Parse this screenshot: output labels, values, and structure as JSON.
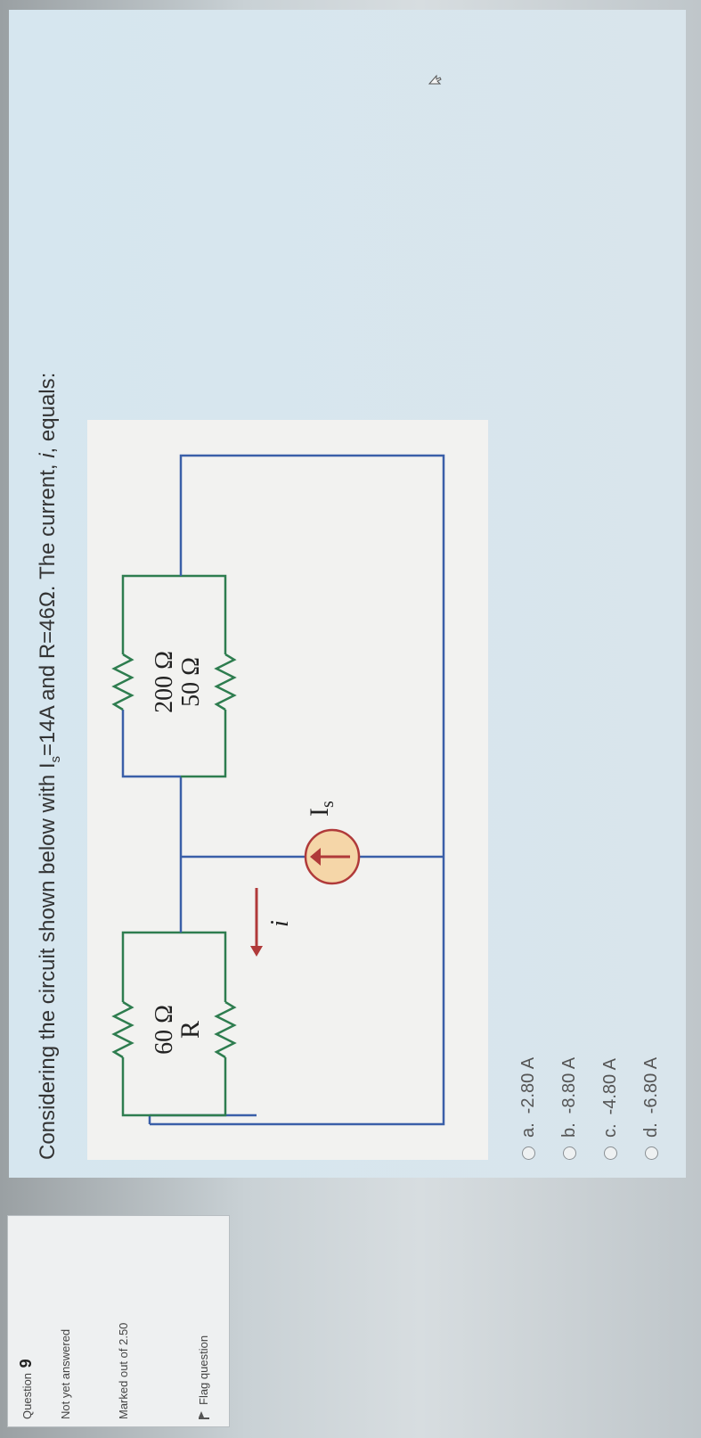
{
  "sidebar": {
    "question_label": "Question",
    "question_number": "9",
    "status": "Not yet answered",
    "marks": "Marked out of 2.50",
    "flag_label": "Flag question"
  },
  "question": {
    "text_part1": "Considering the circuit shown below with I",
    "text_sub": "s",
    "text_part2": "=14A and R=46Ω. The current, ",
    "text_var": "i",
    "text_part3": ", equals:"
  },
  "circuit": {
    "r60_label": "60 Ω",
    "r_label": "R",
    "r200_label": "200 Ω",
    "r50_label": "50 Ω",
    "is_label": "I",
    "is_sub": "s",
    "i_label": "i",
    "colors": {
      "wire": "#3a5fa8",
      "resistor": "#2e7d4f",
      "arrow": "#b03a3a",
      "source_fill": "#f5d6a8"
    }
  },
  "answers": [
    {
      "letter": "a.",
      "value": "-2.80 A"
    },
    {
      "letter": "b.",
      "value": "-8.80 A"
    },
    {
      "letter": "c.",
      "value": "-4.80 A"
    },
    {
      "letter": "d.",
      "value": "-6.80 A"
    }
  ]
}
